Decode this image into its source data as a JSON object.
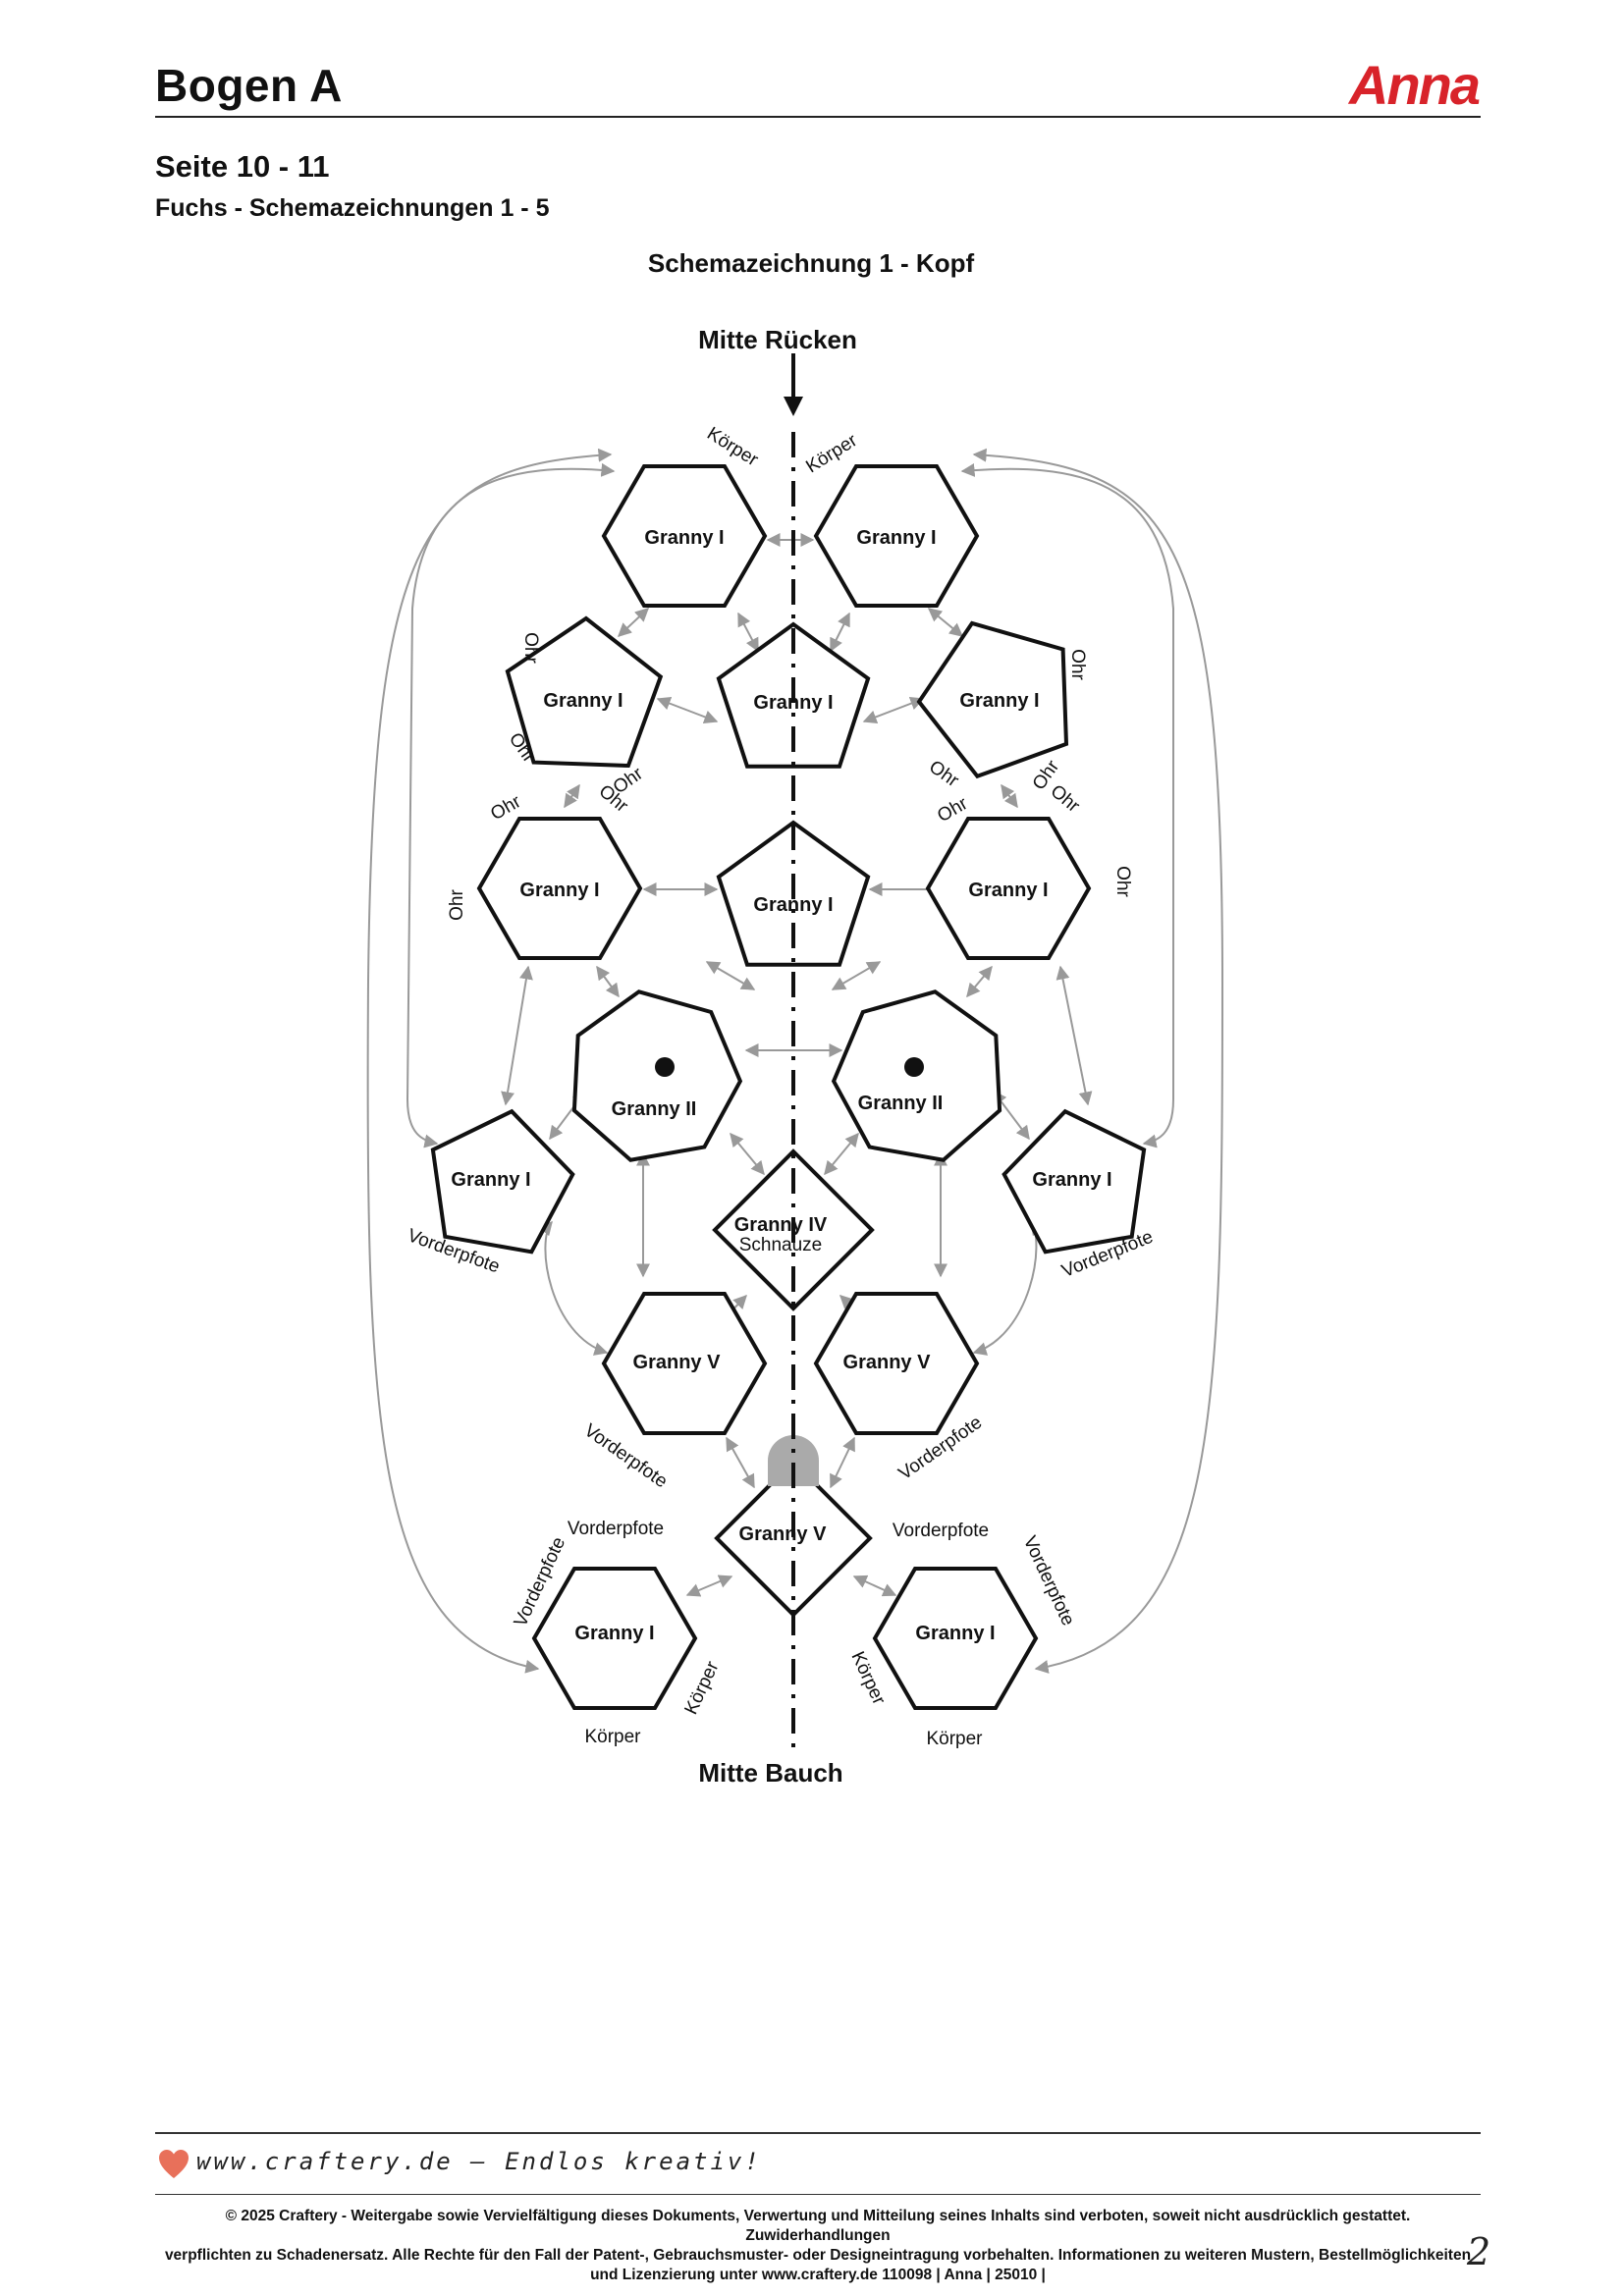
{
  "header": {
    "title": "Bogen A",
    "logo_text": "Anna",
    "logo_color": "#d8232a"
  },
  "section": {
    "pages": "Seite 10 - 11",
    "subtitle": "Fuchs - Schemazeichnungen 1 - 5"
  },
  "diagram": {
    "caption": "Schemazeichnung 1 - Kopf",
    "top_label": "Mitte Rücken",
    "bottom_label": "Mitte Bauch",
    "granny_labels": {
      "g1": "Granny I",
      "g2": "Granny II",
      "g4": "Granny IV",
      "g5": "Granny V",
      "schnauze": "Schnauze"
    },
    "edge_labels": {
      "koerper": "Körper",
      "ohr": "Ohr",
      "vorderpfote": "Vorderpfote"
    },
    "colors": {
      "outline": "#111111",
      "connector": "#999999",
      "edge_highlight": "#b5b5b5"
    }
  },
  "footer": {
    "tagline": "www.craftery.de – Endlos kreativ!",
    "legal_line1": "© 2025 Craftery - Weitergabe sowie Vervielfältigung dieses Dokuments, Verwertung und Mitteilung seines Inhalts sind verboten, soweit nicht ausdrücklich gestattet. Zuwiderhandlungen",
    "legal_line2": "verpflichten zu Schadenersatz. Alle Rechte für den Fall der Patent-, Gebrauchsmuster- oder Designeintragung vorbehalten. Informationen zu weiteren Mustern, Bestellmöglichkeiten",
    "legal_line3": "und Lizenzierung unter www.craftery.de  110098 | Anna | 25010 |",
    "page_number": "2",
    "heart_color": "#e8705a"
  }
}
